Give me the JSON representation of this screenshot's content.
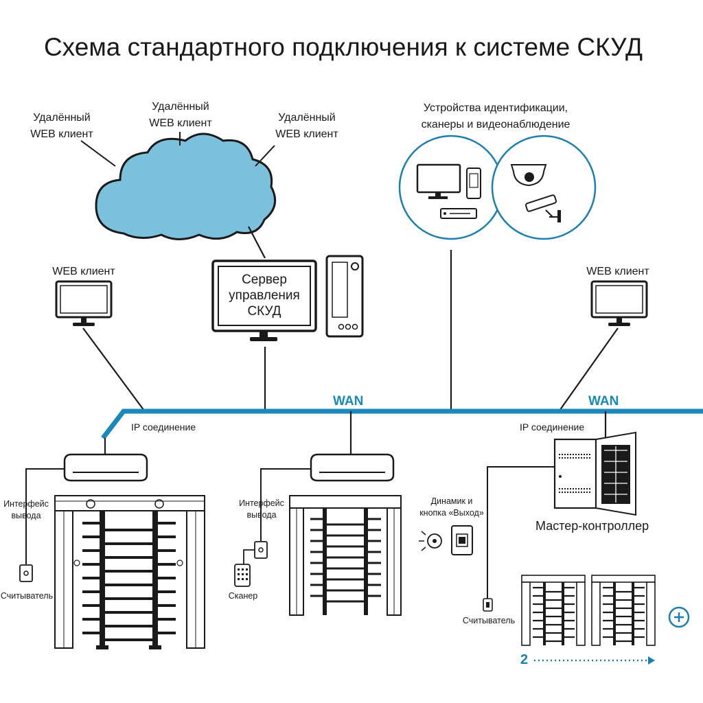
{
  "title": "Схема стандартного подключения к системе СКУД",
  "cloud": {
    "client_left": [
      "Удалённый",
      "WEB клиент"
    ],
    "client_middle": [
      "Удалённый",
      "WEB клиент"
    ],
    "client_right": [
      "Удалённый",
      "WEB клиент"
    ]
  },
  "identification": [
    "Устройства идентификации,",
    "сканеры и видеонаблюдение"
  ],
  "web_client_left": "WEB клиент",
  "web_client_right": "WEB клиент",
  "server": [
    "Сервер",
    "управления",
    "СКУД"
  ],
  "wan_left": "WAN",
  "wan_right": "WAN",
  "ip_left": "IP соединение",
  "ip_right": "IP соединение",
  "left_group": {
    "interface": [
      "Интерфейс",
      "вывода"
    ],
    "reader": "Считыватель"
  },
  "middle_group": {
    "interface": [
      "Интерфейс",
      "вывода"
    ],
    "scanner": "Сканер"
  },
  "speaker": [
    "Динамик и",
    "кнопка «Выход»"
  ],
  "master_controller": "Мастер-контроллер",
  "right_group": {
    "reader": "Считыватель",
    "count": "2"
  },
  "colors": {
    "network": "#1a88b8",
    "cloud": "#7cc1dc",
    "accent": "#1a7fb0",
    "line": "#1a1a1a"
  }
}
